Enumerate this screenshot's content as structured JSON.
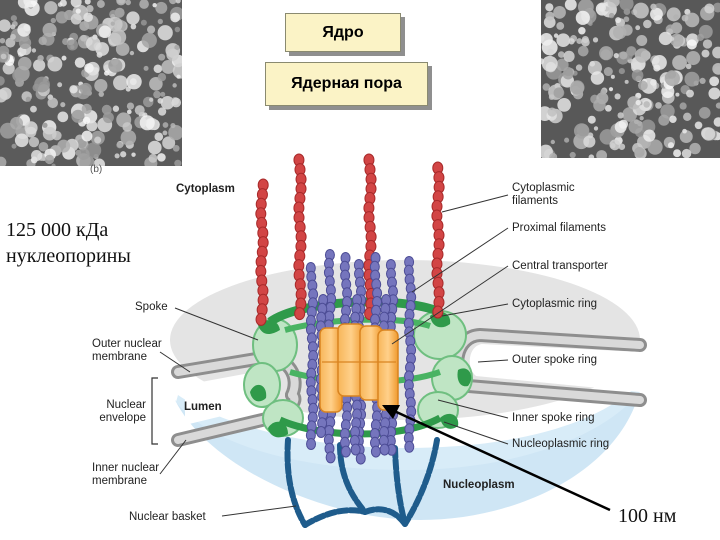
{
  "titles": {
    "nucleus": "Ядро",
    "nuclear_pore": "Ядерная пора"
  },
  "photo_caption": "(b)",
  "annotations": {
    "mass": "125 000 кДа",
    "proteins": "нуклеопорины",
    "scale": "100 нм"
  },
  "labels": {
    "cytoplasm": "Cytoplasm",
    "spoke": "Spoke",
    "outer_nuclear_membrane": [
      "Outer nuclear",
      "membrane"
    ],
    "nuclear_envelope": [
      "Nuclear",
      "envelope"
    ],
    "lumen": "Lumen",
    "inner_nuclear_membrane": [
      "Inner nuclear",
      "membrane"
    ],
    "nuclear_basket": "Nuclear basket",
    "nucleoplasm": "Nucleoplasm",
    "cytoplasmic_filaments": [
      "Cytoplasmic",
      "filaments"
    ],
    "proximal_filaments": "Proximal filaments",
    "central_transporter": "Central transporter",
    "cytoplasmic_ring": "Cytoplasmic ring",
    "outer_spoke_ring": "Outer spoke ring",
    "inner_spoke_ring": "Inner spoke ring",
    "nucleoplasmic_ring": "Nucleoplasmic ring"
  },
  "colors": {
    "title_box": "#fbf3c6",
    "filament_red": "#cc3a3a",
    "filament_blue": "#6b6bb0",
    "basket_blue": "#1f5c8c",
    "ring_green": "#2f9a4a",
    "transporter_orange": "#f4a23c",
    "cytoplasm_gray": "#e4e4e4",
    "nucleoplasm_blue": "#cfe6f5"
  }
}
